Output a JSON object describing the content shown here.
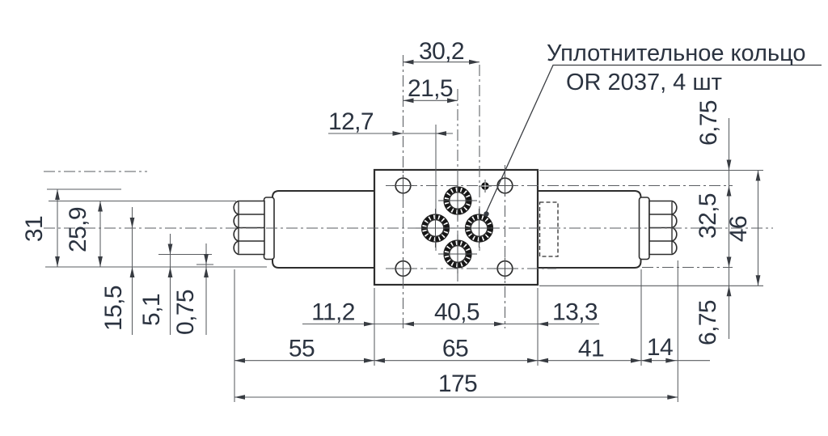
{
  "annotation": {
    "line1": "Уплотнительное кольцо",
    "line2": "OR 2037, 4 шт"
  },
  "dims": {
    "d30_2": "30,2",
    "d21_5": "21,5",
    "d12_7": "12,7",
    "d31": "31",
    "d25_9": "25,9",
    "d15_5": "15,5",
    "d5_1": "5,1",
    "d0_75": "0,75",
    "d6_75_top": "6,75",
    "d32_5": "32,5",
    "d46": "46",
    "d6_75_bottom": "6,75",
    "d11_2": "11,2",
    "d40_5": "40,5",
    "d13_3": "13,3",
    "d55": "55",
    "d65": "65",
    "d41": "41",
    "d14": "14",
    "d175": "175"
  },
  "colors": {
    "background": "#ffffff",
    "outline": "#2d2d2d",
    "dimension_lines": "#5a5d61",
    "text": "#2b3340",
    "oring": "#161616"
  }
}
